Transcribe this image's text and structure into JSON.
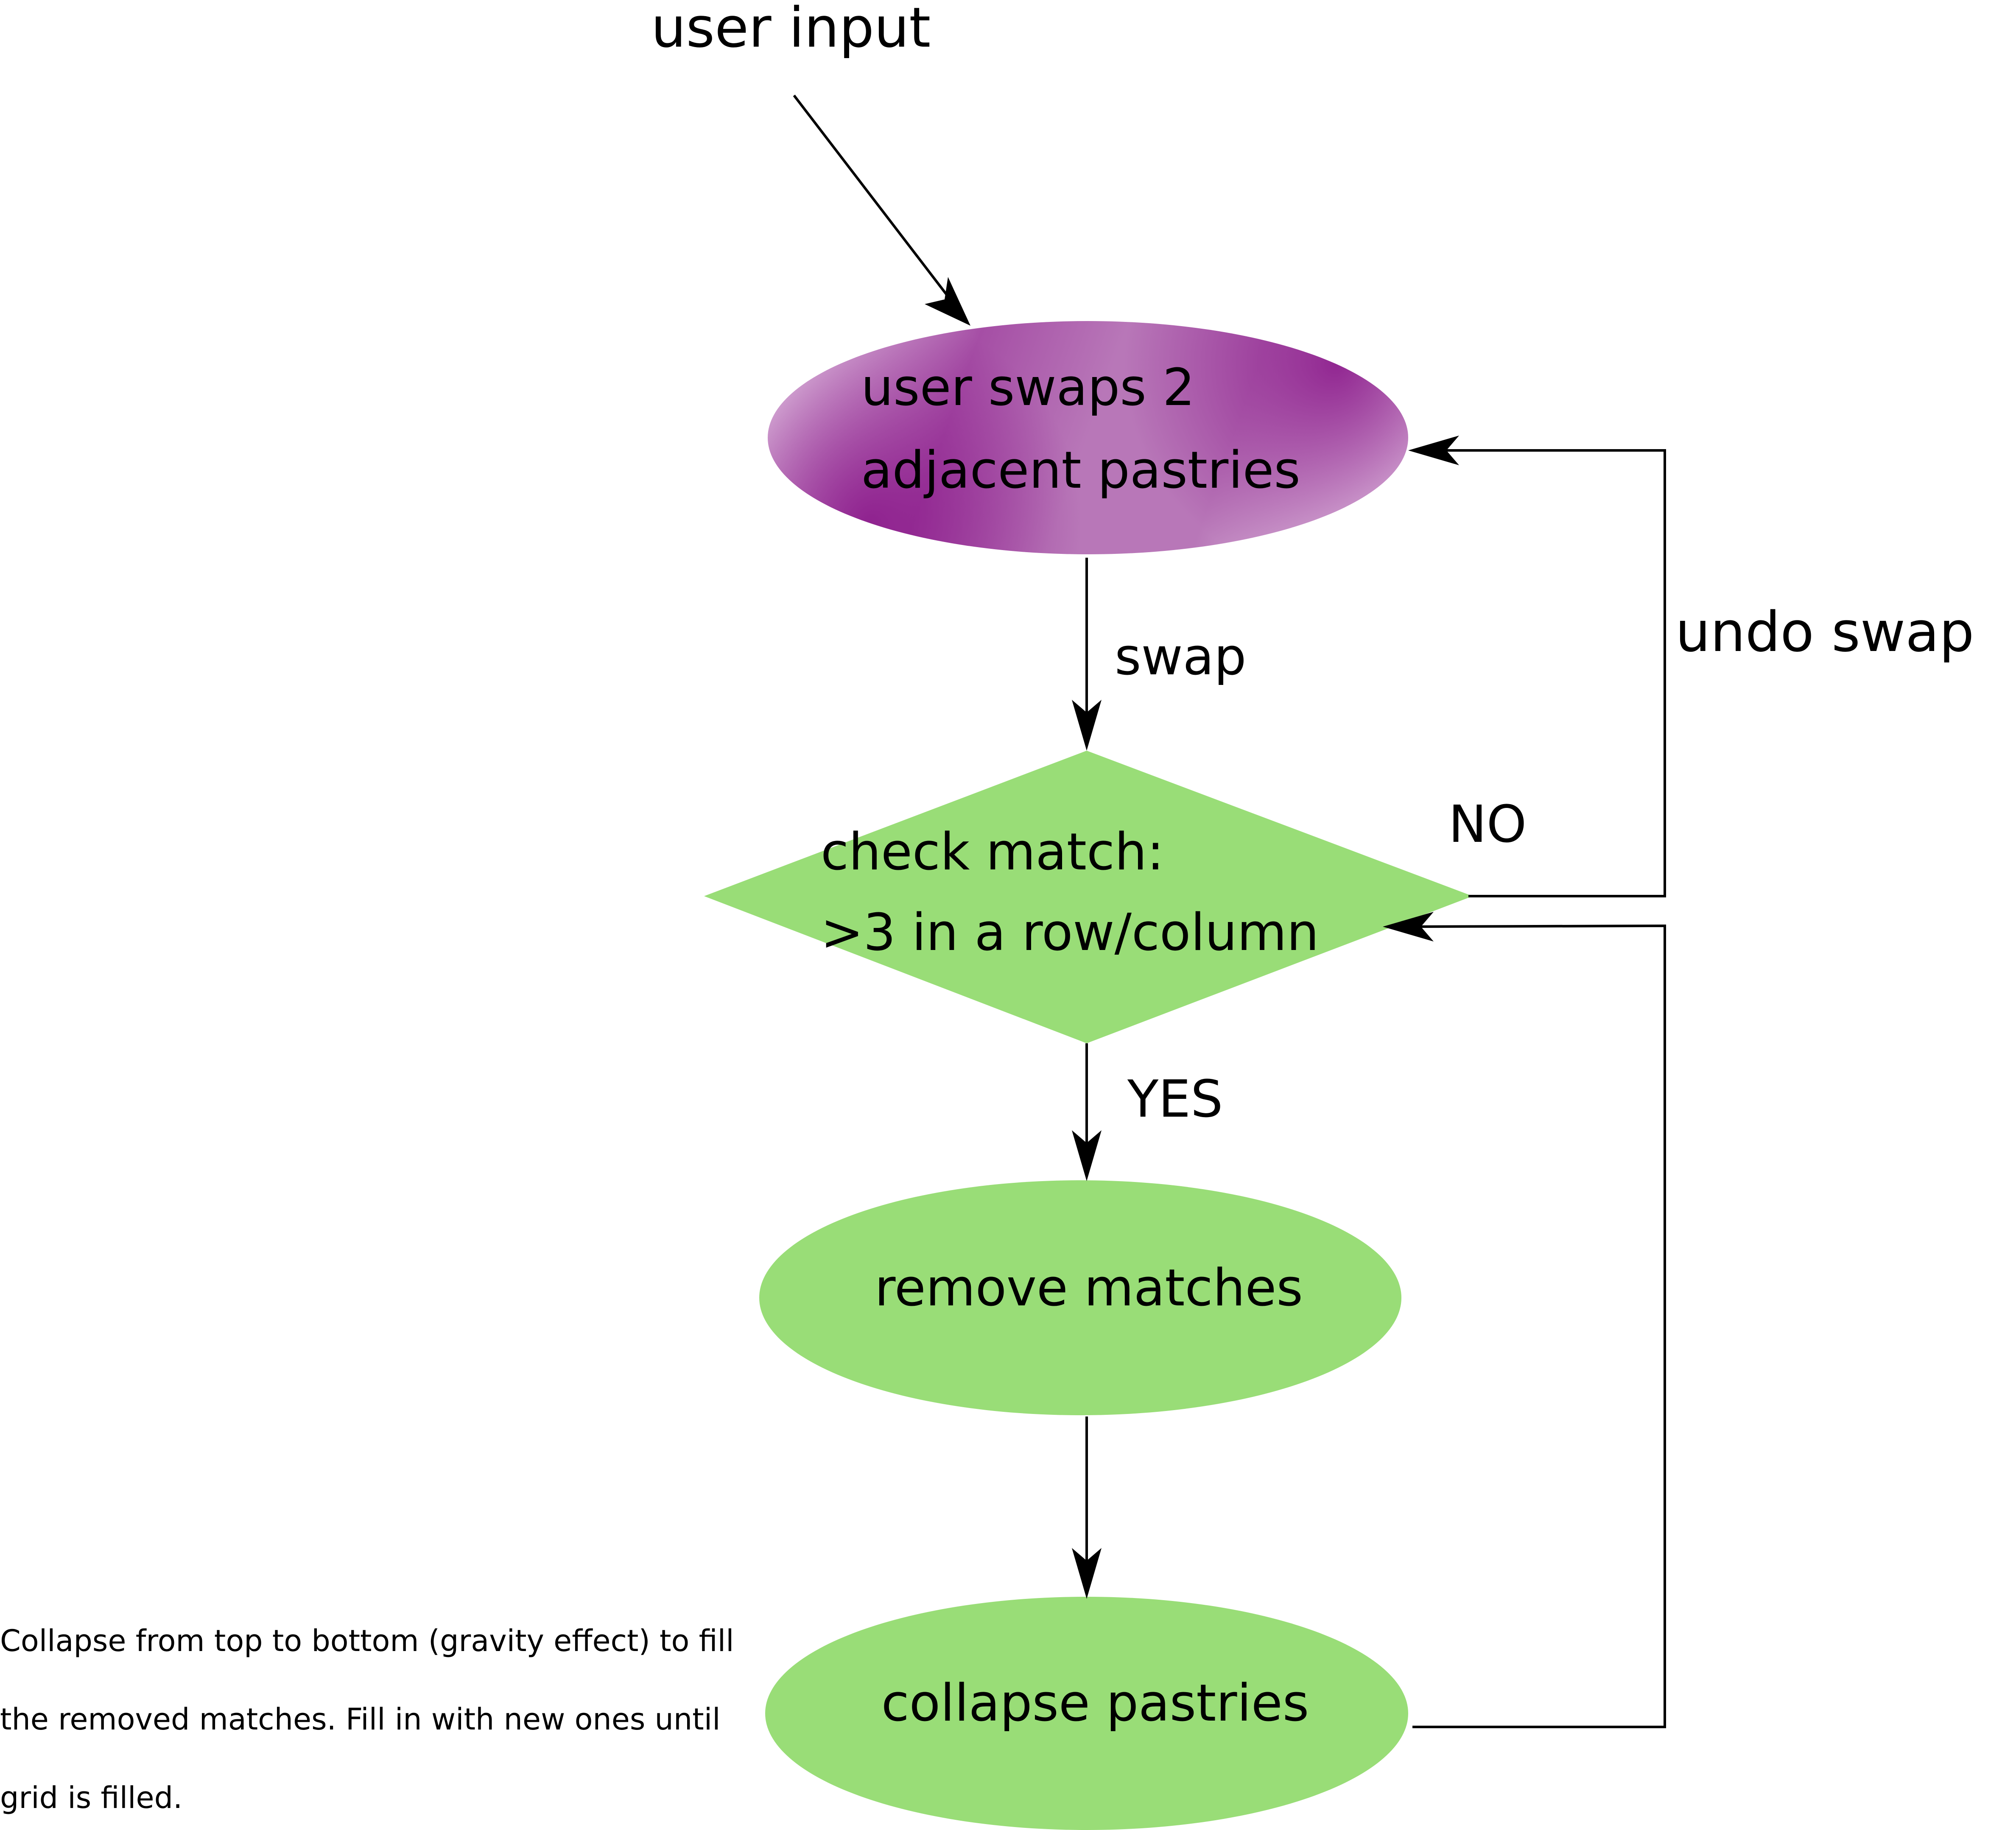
{
  "labels": {
    "user_input": "user input",
    "swap": "swap",
    "undo_swap": "undo swap",
    "no": "NO",
    "yes": "YES"
  },
  "nodes": {
    "swap_node": {
      "line1": "user swaps 2",
      "line2": "adjacent pastries"
    },
    "check_node": {
      "line1": "check match:",
      "line2": ">3 in a row/column"
    },
    "remove_node": {
      "text": "remove matches"
    },
    "collapse_node": {
      "text": "collapse pastries"
    }
  },
  "note": {
    "line1": "Collapse from top to bottom (gravity effect) to fill",
    "line2": "the removed matches. Fill in with new ones until",
    "line3": "grid is filled."
  },
  "colors": {
    "green": "#99dd77",
    "purple_dark": "#8b1a8b",
    "purple_mid": "#bb77bb",
    "purple_light": "#f6eaf6",
    "line": "#000000"
  }
}
